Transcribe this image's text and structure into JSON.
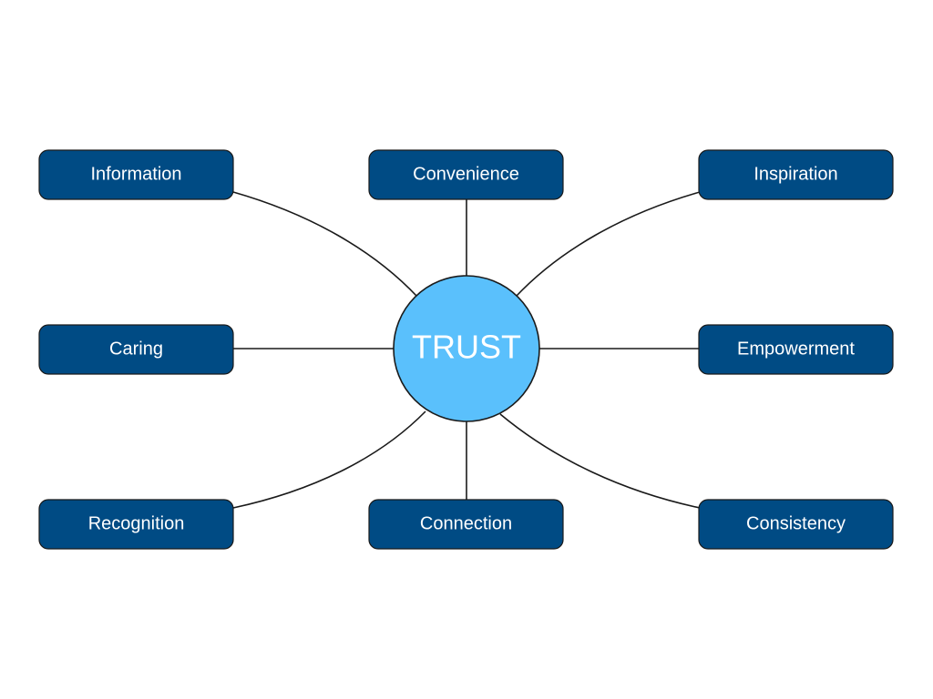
{
  "hub": {
    "label": "TRUST",
    "fill": "#5ac0fc"
  },
  "node_fill": "#004b84",
  "nodes": [
    {
      "id": "information",
      "label": "Information"
    },
    {
      "id": "convenience",
      "label": "Convenience"
    },
    {
      "id": "inspiration",
      "label": "Inspiration"
    },
    {
      "id": "caring",
      "label": "Caring"
    },
    {
      "id": "empowerment",
      "label": "Empowerment"
    },
    {
      "id": "recognition",
      "label": "Recognition"
    },
    {
      "id": "connection",
      "label": "Connection"
    },
    {
      "id": "consistency",
      "label": "Consistency"
    }
  ]
}
